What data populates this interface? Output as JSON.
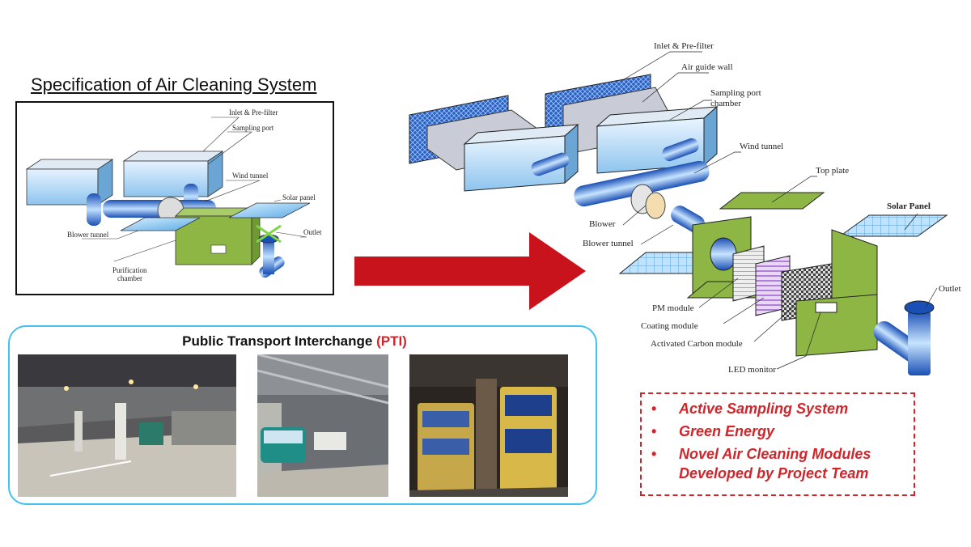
{
  "spec": {
    "title": "Specification of Air Cleaning System",
    "labels": {
      "inlet": "Inlet & Pre-filter",
      "sampling": "Sampling port",
      "wind": "Wind tunnel",
      "solar": "Solar panel",
      "blower": "Blower tunnel",
      "outlet": "Outlet",
      "purif1": "Purification",
      "purif2": "chamber"
    }
  },
  "pti": {
    "title": "Public Transport Interchange ",
    "abbr": "(PTI)"
  },
  "exploded": {
    "labels": {
      "inlet": "Inlet & Pre-filter",
      "airguide": "Air guide wall",
      "sampling1": "Sampling port",
      "sampling2": "chamber",
      "wind": "Wind tunnel",
      "top": "Top plate",
      "solar": "Solar Panel",
      "blower": "Blower",
      "blower_tunnel": "Blower tunnel",
      "pm": "PM module",
      "coating": "Coating module",
      "carbon": "Activated Carbon module",
      "led": "LED monitor",
      "outlet": "Outlet"
    }
  },
  "features": {
    "bullet": "•",
    "items": [
      "Active Sampling System",
      "Green Energy",
      "Novel Air Cleaning Modules Developed by Project Team"
    ]
  },
  "colors": {
    "arrow": "#c8121c",
    "accent": "#d0252a",
    "pti_border": "#43c1ef",
    "panel_green": "#8db645"
  }
}
